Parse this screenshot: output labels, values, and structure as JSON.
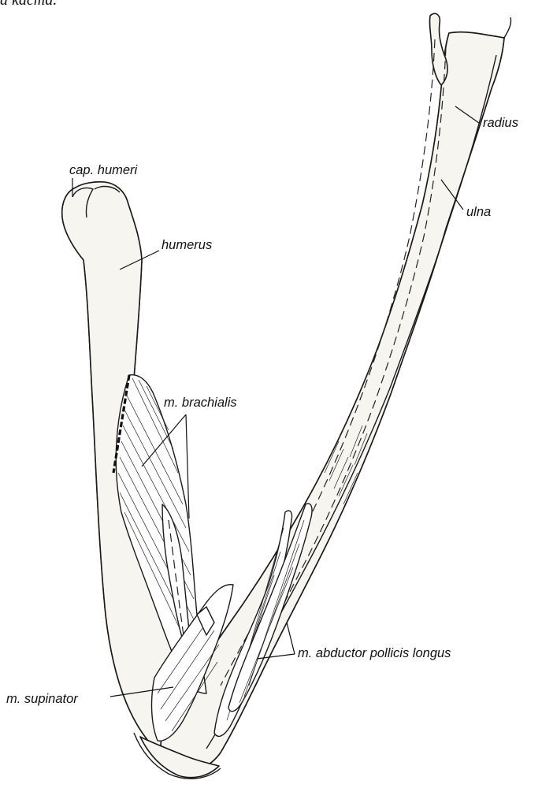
{
  "caption": "a kacma.",
  "labels": {
    "cap_humeri": "cap. humeri",
    "humerus": "humerus",
    "radius": "radius",
    "ulna": "ulna",
    "brachialis": "m. brachialis",
    "abductor": "m. abductor pollicis longus",
    "supinator": "m. supinator"
  }
}
